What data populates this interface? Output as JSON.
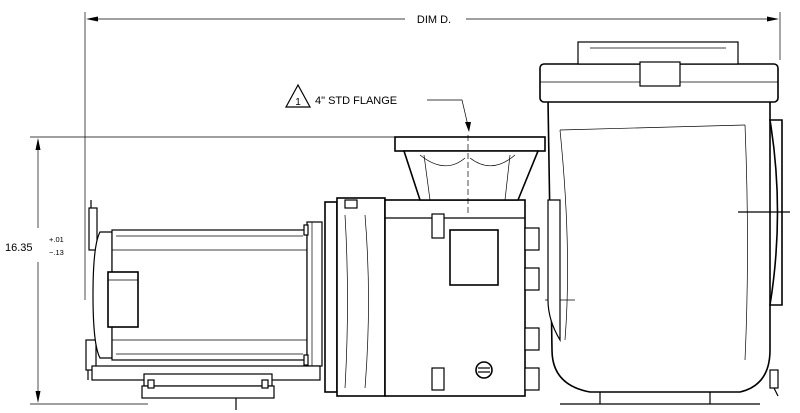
{
  "dimensions": {
    "overall_length": {
      "label": "DIM D."
    },
    "height": {
      "value": "16.35",
      "tolerance_plus": "+.01",
      "tolerance_minus": "−.13"
    }
  },
  "callouts": {
    "flange": {
      "note_number": "1",
      "text": "4\" STD FLANGE"
    }
  }
}
